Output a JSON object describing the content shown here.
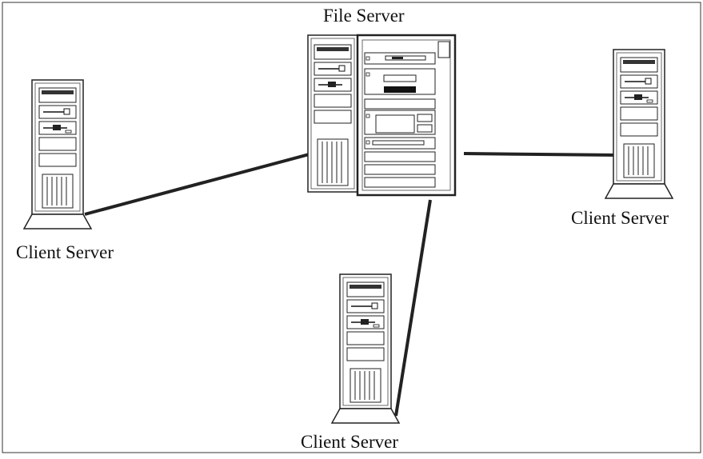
{
  "diagram": {
    "nodes": [
      {
        "id": "file-server",
        "label": "File Server"
      },
      {
        "id": "client-left",
        "label": "Client Server"
      },
      {
        "id": "client-right",
        "label": "Client Server"
      },
      {
        "id": "client-bottom",
        "label": "Client Server"
      }
    ],
    "edges": [
      {
        "from": "file-server",
        "to": "client-left"
      },
      {
        "from": "file-server",
        "to": "client-right"
      },
      {
        "from": "file-server",
        "to": "client-bottom"
      }
    ]
  }
}
